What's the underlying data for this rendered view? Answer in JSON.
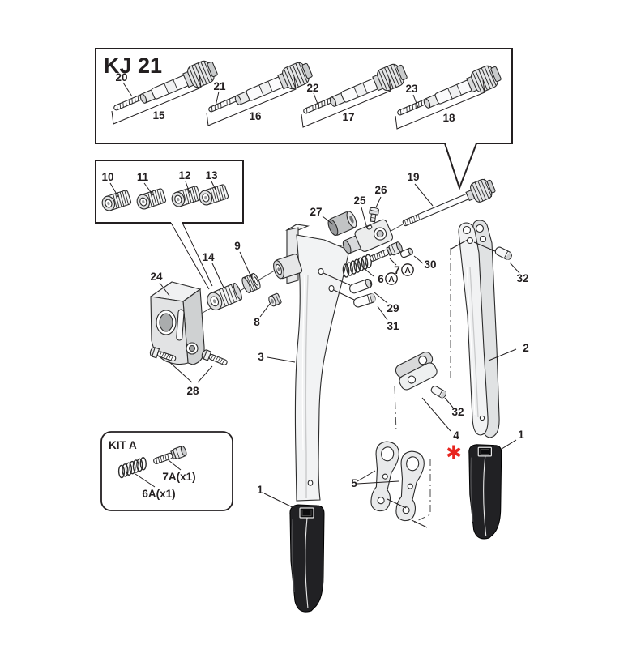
{
  "header": {
    "model": "KJ 21"
  },
  "top_box": {
    "assemblies": [
      {
        "mandrel": "20",
        "assembly": "15"
      },
      {
        "mandrel": "21",
        "assembly": "16"
      },
      {
        "mandrel": "22",
        "assembly": "17"
      },
      {
        "mandrel": "23",
        "assembly": "18"
      }
    ]
  },
  "nosepiece_box": {
    "items": [
      "10",
      "11",
      "12",
      "13"
    ]
  },
  "parts": {
    "p1": "1",
    "p2": "2",
    "p3": "3",
    "p4": "4",
    "p5": "5",
    "p8": "8",
    "p9": "9",
    "p14": "14",
    "p19": "19",
    "p24": "24",
    "p25": "25",
    "p26": "26",
    "p27": "27",
    "p28": "28",
    "p29": "29",
    "p30": "30",
    "p31": "31",
    "p32": "32"
  },
  "kit_parts": {
    "p6_num": "6",
    "p7_num": "7",
    "suffix": "A"
  },
  "kit_box": {
    "title": "KIT A",
    "spring_label": "6A(x1)",
    "screw_label": "7A(x1)"
  },
  "marks": {
    "asterisk": "✱"
  }
}
